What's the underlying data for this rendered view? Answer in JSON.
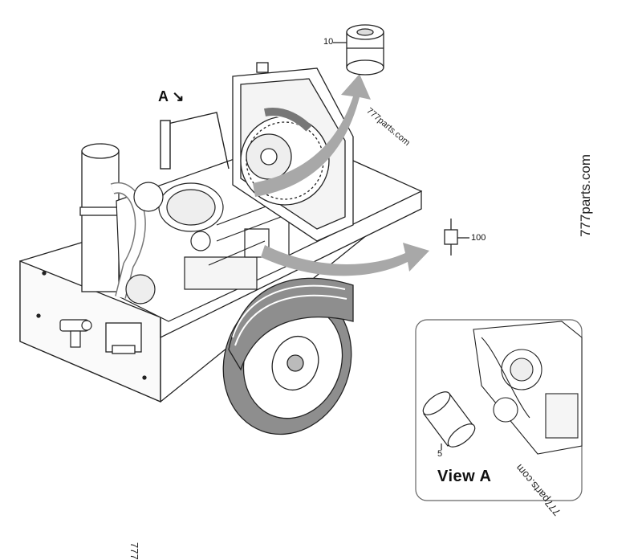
{
  "callouts": {
    "oil_filter_top": "10",
    "fuel_filter": "100",
    "filter_view_a": "5",
    "view_arrow": "A"
  },
  "view_panel": {
    "title": "View A"
  },
  "watermarks": {
    "top": "777parts.com",
    "right": "777parts.com",
    "panel": "777parts.com",
    "bottom": "777"
  },
  "colors": {
    "ink": "#222222",
    "arrow_gray": "#a8a8a8",
    "tire": "#8e8e8e",
    "panel_border": "#666666"
  }
}
